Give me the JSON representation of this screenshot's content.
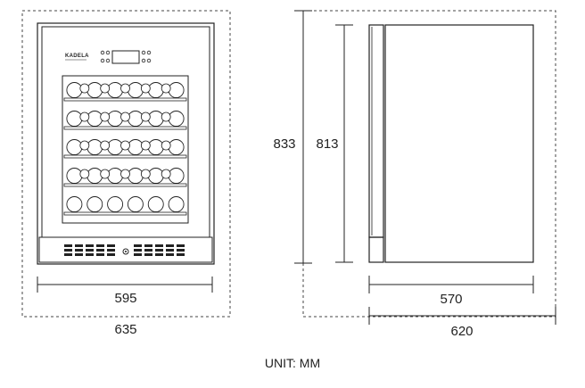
{
  "brand": {
    "logo_text": "KADELA"
  },
  "front_view": {
    "inner_width_label": "595",
    "outer_width_label": "635",
    "shelf_count": 5
  },
  "side_view": {
    "outer_height_label": "833",
    "inner_height_label": "813",
    "inner_depth_label": "570",
    "outer_depth_label": "620"
  },
  "unit": {
    "label": "UNIT: MM"
  },
  "colors": {
    "line": "#222222",
    "dash": "#444444",
    "bottle_fill": "#ffffff"
  }
}
